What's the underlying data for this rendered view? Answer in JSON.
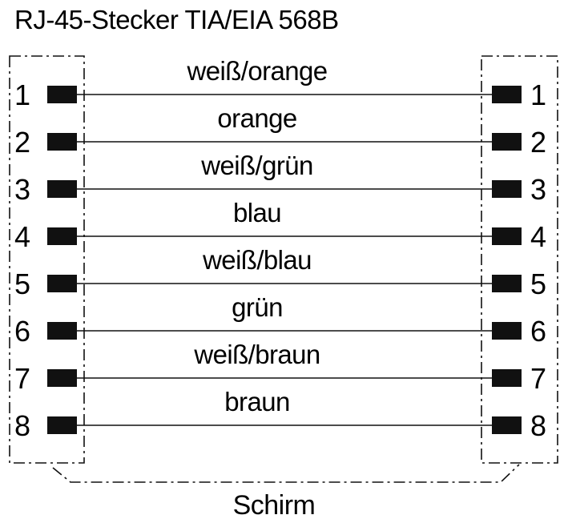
{
  "title": "RJ-45-Stecker TIA/EIA 568B",
  "shield_label": "Schirm",
  "colors": {
    "line": "#111111",
    "pin": "#111111",
    "background": "#ffffff"
  },
  "wires": [
    {
      "pin_left": "1",
      "pin_right": "1",
      "label": "weiß/orange"
    },
    {
      "pin_left": "2",
      "pin_right": "2",
      "label": "orange"
    },
    {
      "pin_left": "3",
      "pin_right": "3",
      "label": "weiß/grün"
    },
    {
      "pin_left": "4",
      "pin_right": "4",
      "label": "blau"
    },
    {
      "pin_left": "5",
      "pin_right": "5",
      "label": "weiß/blau"
    },
    {
      "pin_left": "6",
      "pin_right": "6",
      "label": "grün"
    },
    {
      "pin_left": "7",
      "pin_right": "7",
      "label": "weiß/braun"
    },
    {
      "pin_left": "8",
      "pin_right": "8",
      "label": "braun"
    }
  ]
}
